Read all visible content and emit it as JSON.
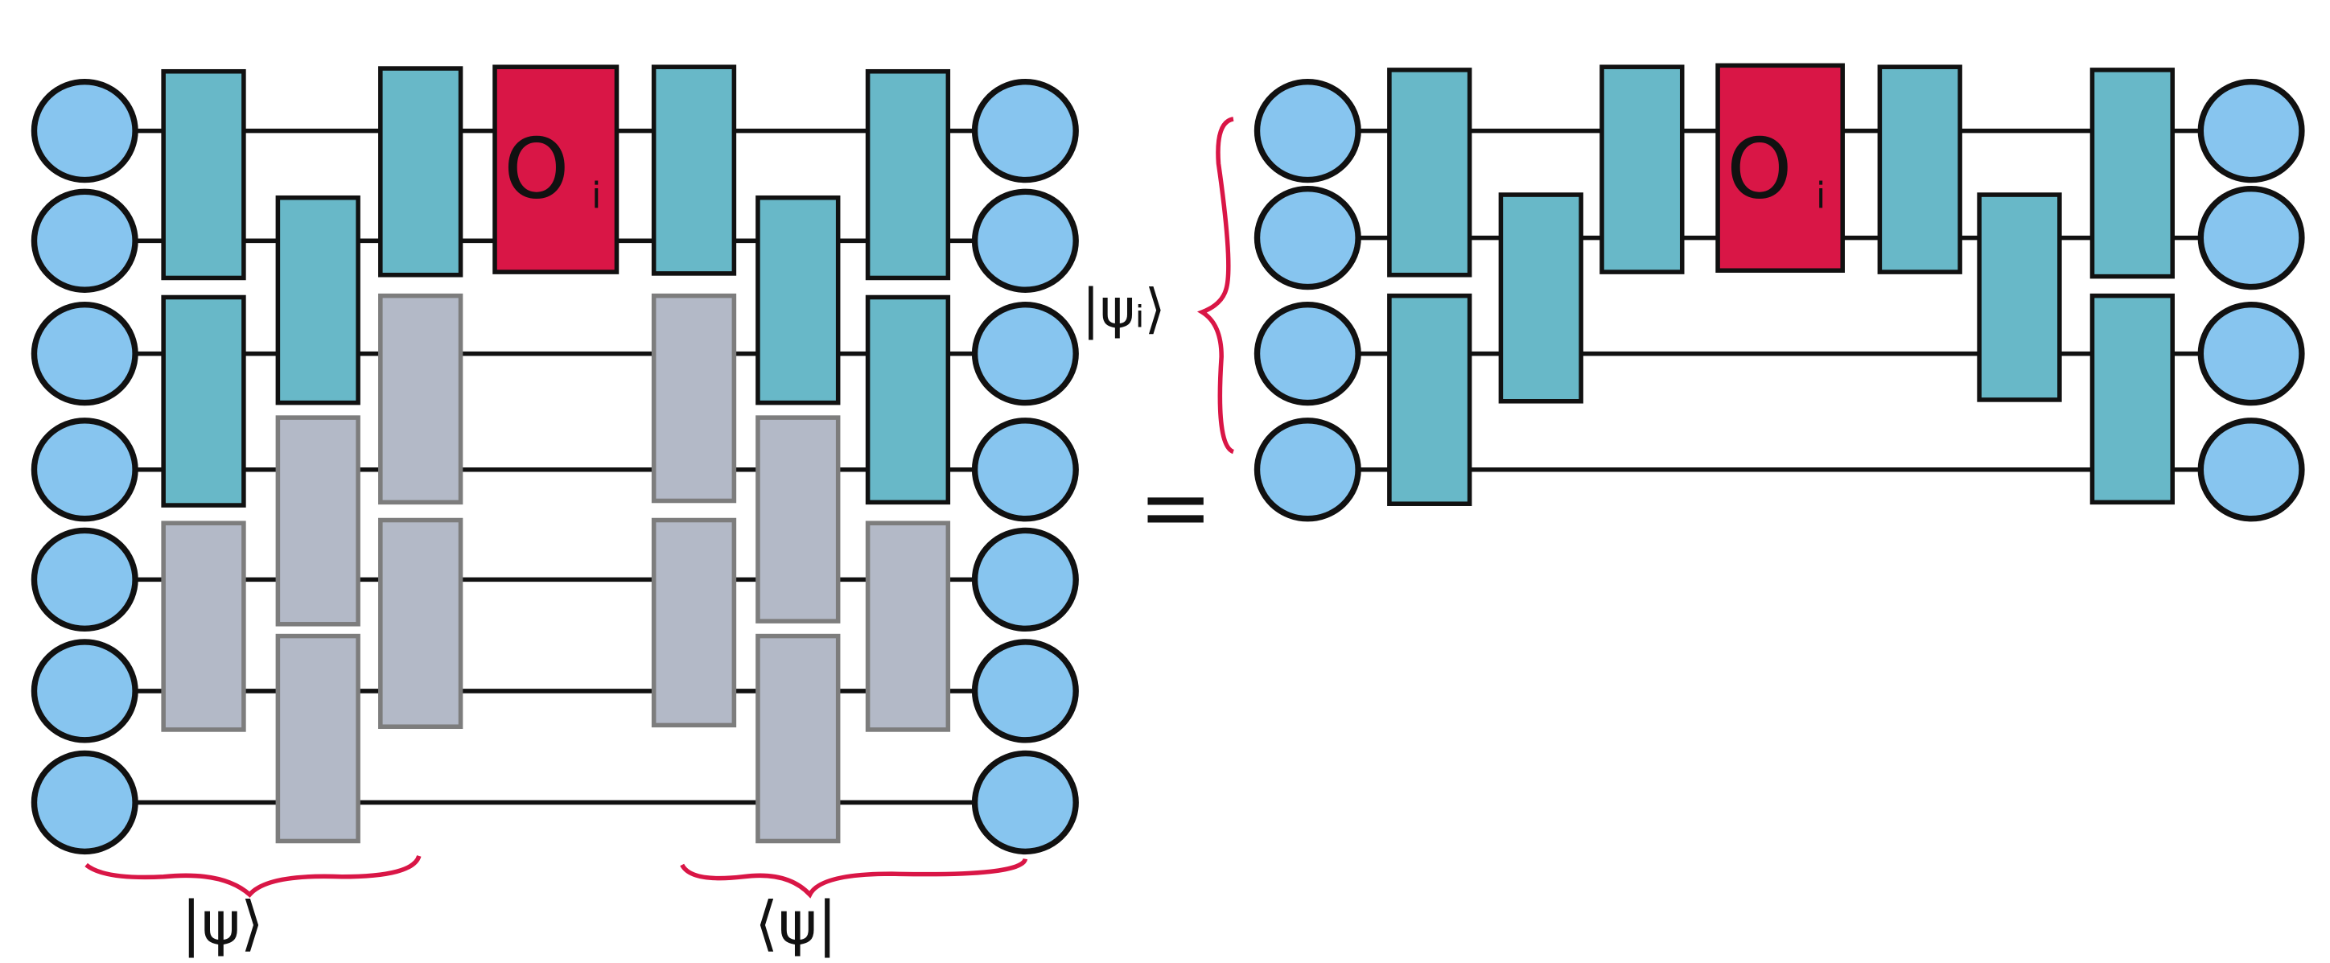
{
  "colors": {
    "site": "#87c5ef",
    "tensor": "#68b8c8",
    "grey_tensor": "#b3b9c7",
    "operator": "#d91646",
    "brace": "#d91646",
    "ink": "#111111"
  },
  "left": {
    "operator": {
      "symbol": "O",
      "subscript": "i"
    },
    "ket_label": "|ψ⟩",
    "bra_label": "⟨ψ|"
  },
  "equals": "=",
  "right": {
    "operator": {
      "symbol": "O",
      "subscript": "i"
    },
    "reduced_label": "|ψᵢ⟩"
  }
}
